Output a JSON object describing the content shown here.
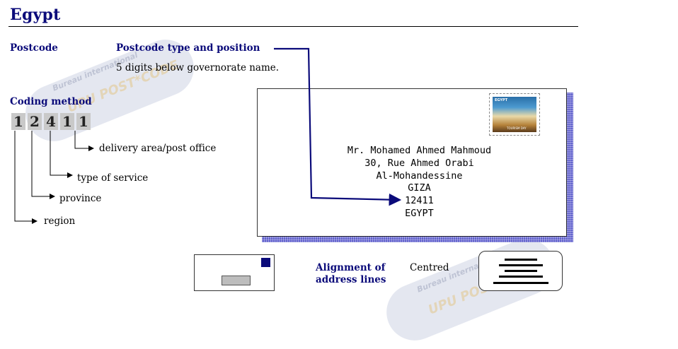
{
  "page": {
    "title": "Egypt"
  },
  "postcode_section": {
    "heading": "Postcode"
  },
  "type_position": {
    "heading": "Postcode type and position",
    "description": "5 digits below governorate name."
  },
  "coding_method": {
    "heading": "Coding method",
    "digits": [
      "1",
      "2",
      "4",
      "1",
      "1"
    ],
    "legend": {
      "delivery": "delivery area/post office",
      "service": "type of service",
      "province": "province",
      "region": "region"
    }
  },
  "envelope": {
    "address_lines": [
      "Mr. Mohamed Ahmed Mahmoud",
      "30, Rue Ahmed Orabi",
      "Al-Mohandessine",
      "GIZA",
      "12411",
      "EGYPT"
    ],
    "stamp_country": "EGYPT",
    "stamp_caption": "TOURISM DAY"
  },
  "alignment": {
    "label_line1": "Alignment of",
    "label_line2": "address lines",
    "value": "Centred"
  },
  "watermark": {
    "line1": "Bureau international",
    "line2": "UPU POST*CODE"
  },
  "colors": {
    "heading": "#0b0b7a",
    "envelope_shadow": "#5a5acb",
    "digit_background": "#c9c9c9"
  }
}
